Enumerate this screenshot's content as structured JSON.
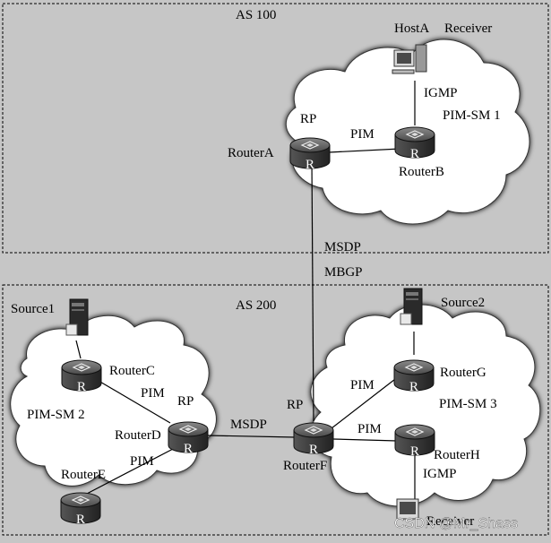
{
  "areas": {
    "as100": "AS 100",
    "as200": "AS 200"
  },
  "domains": {
    "pim_sm1": "PIM-SM 1",
    "pim_sm2": "PIM-SM 2",
    "pim_sm3": "PIM-SM 3"
  },
  "routers": {
    "a": "RouterA",
    "b": "RouterB",
    "c": "RouterC",
    "d": "RouterD",
    "e": "RouterE",
    "f": "RouterF",
    "g": "RouterG",
    "h": "RouterH"
  },
  "router_glyph": "R",
  "hosts": {
    "host_a": "HostA",
    "receiver_top": "Receiver",
    "source1": "Source1",
    "source2": "Source2",
    "receiver_bottom": "Receiver"
  },
  "roles": {
    "rp": "RP"
  },
  "links": {
    "pim": "PIM",
    "igmp": "IGMP",
    "msdp": "MSDP",
    "mbgp": "MBGP"
  },
  "watermark": "CSDN @Mr_Shass",
  "icons": {
    "router": "router-icon",
    "host": "server-icon"
  },
  "colors": {
    "background": "#c6c6c6",
    "cloud": "#ffffff",
    "router_body": "#3a3a3a",
    "line": "#000000"
  }
}
